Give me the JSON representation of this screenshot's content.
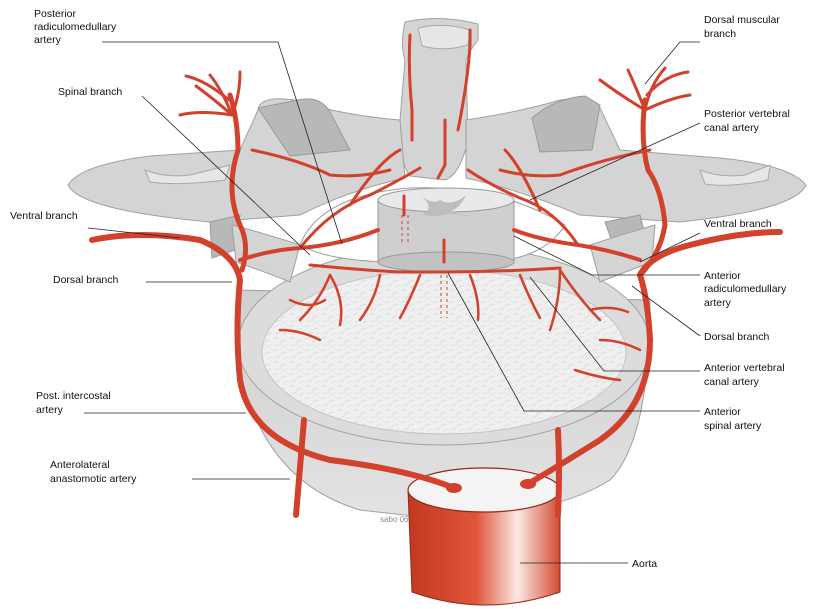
{
  "labels": {
    "posterior_radiculomedullary": [
      "Posterior",
      "radiculomedullary",
      "artery"
    ],
    "spinal_branch": [
      "Spinal branch"
    ],
    "ventral_branch_left": [
      "Ventral branch"
    ],
    "dorsal_branch_left": [
      "Dorsal branch"
    ],
    "post_intercostal": [
      "Post. intercostal",
      "artery"
    ],
    "anterolateral_anastomotic": [
      "Anterolateral",
      "anastomotic artery"
    ],
    "dorsal_muscular_branch": [
      "Dorsal muscular",
      "branch"
    ],
    "posterior_vertebral_canal": [
      "Posterior vertebral",
      "canal artery"
    ],
    "ventral_branch_right": [
      "Ventral branch"
    ],
    "anterior_radiculomedullary": [
      "Anterior",
      "radiculomedullary",
      "artery"
    ],
    "dorsal_branch_right": [
      "Dorsal branch"
    ],
    "anterior_vertebral_canal": [
      "Anterior vertebral",
      "canal artery"
    ],
    "anterior_spinal": [
      "Anterior",
      "spinal artery"
    ],
    "aorta": [
      "Aorta"
    ]
  },
  "signature": "sabo 06",
  "colors": {
    "artery": "#d2412c",
    "bone": "#d4d4d4",
    "aorta": "#c83a25"
  }
}
